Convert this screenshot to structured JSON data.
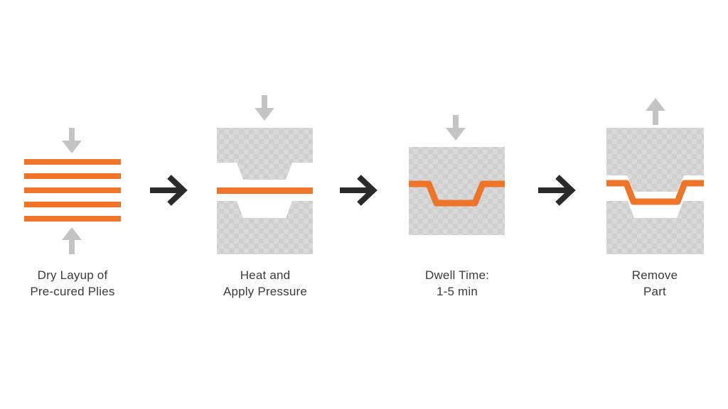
{
  "colors": {
    "ply": "#ee7429",
    "mold": "#d8d8d8",
    "mold_dark": "#c9c9c9",
    "press_arrow": "#c4c4c4",
    "step_arrow": "#2b2b2b",
    "text": "#3a3a3a"
  },
  "steps": [
    {
      "line1": "Dry Layup of",
      "line2": "Pre-cured Plies"
    },
    {
      "line1": "Heat and",
      "line2": "Apply Pressure"
    },
    {
      "line1": "Dwell Time:",
      "line2": "1-5 min"
    },
    {
      "line1": "Remove",
      "line2": "Part"
    }
  ],
  "icons": {
    "press": "arrow-down-icon",
    "release": "arrow-up-icon",
    "next": "chevron-arrow-right-icon"
  }
}
